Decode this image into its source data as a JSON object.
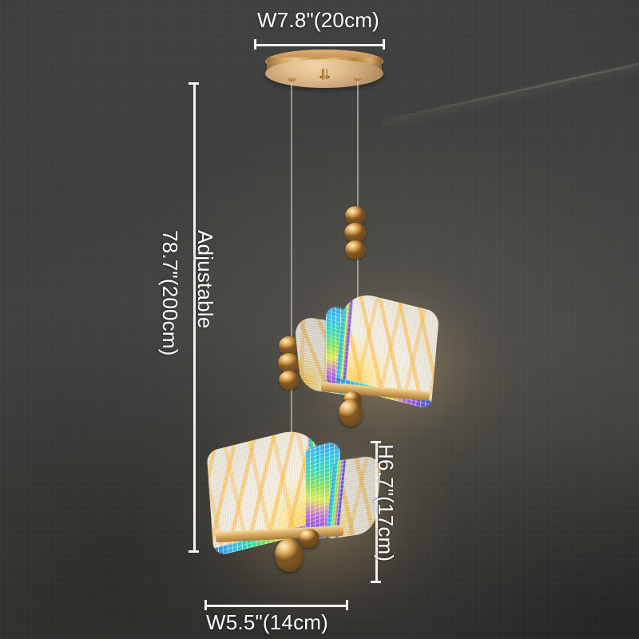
{
  "product": {
    "type": "butterfly-pendant-light",
    "shade_count": 2,
    "finish_color": "#d3a055",
    "glow_color": "#ffd68c",
    "background_color": "#3b3c3b"
  },
  "dimensions": {
    "width_top": {
      "label": "W7.8\"(20cm)",
      "inches": 7.8,
      "cm": 20,
      "part": "ceiling-canopy"
    },
    "drop": {
      "label": "78.7\"(200cm)",
      "note_label": "Adjustable",
      "inches": 78.7,
      "cm": 200,
      "part": "suspension-cord"
    },
    "height_shade": {
      "label": "H6.7\"(17cm)",
      "inches": 6.7,
      "cm": 17,
      "part": "butterfly-shade"
    },
    "width_shade": {
      "label": "W5.5\"(14cm)",
      "inches": 5.5,
      "cm": 14,
      "part": "butterfly-shade"
    }
  }
}
